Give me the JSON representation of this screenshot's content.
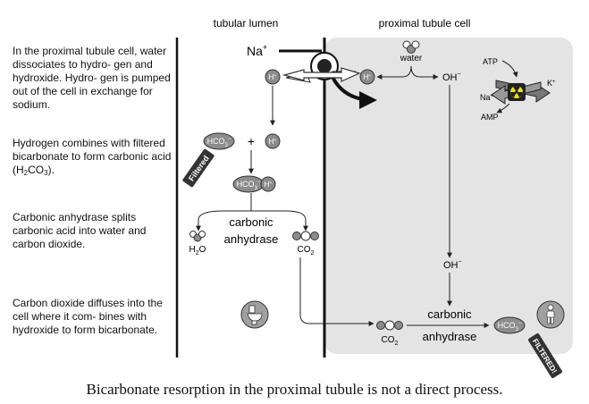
{
  "steps": [
    {
      "pre": "In the proximal tubule cell, water dissociates to hydro- gen and hydroxide. Hydro- gen is pumped out of the cell in exchange for sodium.",
      "sub": "",
      "post": "",
      "sub2": "",
      "end": ""
    },
    {
      "pre": "Hydrogen combines with filtered bicarbonate to form carbonic acid (H",
      "sub": "2",
      "post": "CO",
      "sub2": "3",
      "end": ")."
    },
    {
      "pre": "Carbonic anhydrase splits carbonic acid into water and carbon dioxide.",
      "sub": "",
      "post": "",
      "sub2": "",
      "end": ""
    },
    {
      "pre": "Carbon dioxide diffuses into the cell where it com- bines with hydroxide to form bicarbonate.",
      "sub": "",
      "post": "",
      "sub2": "",
      "end": ""
    }
  ],
  "labels": {
    "lumen": "tubular lumen",
    "cell": "proximal tubule cell",
    "na": "Na",
    "na_sup": "+",
    "water": "water",
    "oh": "OH",
    "oh_sup": "−",
    "h": "H",
    "h_sup": "+",
    "atp": "ATP",
    "k": "K",
    "k_sup": "+",
    "na_pump": "Na",
    "na_pump_sup": "+",
    "amp": "AMP",
    "hco3": "HCO",
    "hco3_sub": "3",
    "hco3_sup": "−",
    "plus": "+",
    "filtered": "Filtered",
    "carbonic": "carbonic",
    "anhydrase": "anhydrase",
    "h2o": "H",
    "h2o_sub": "2",
    "h2o_o": "O",
    "co2": "CO",
    "co2_sub": "2",
    "oh2": "OH",
    "oh2_sup": "−",
    "carbonic2": "carbonic",
    "anhydrase2": "anhydrase",
    "co2b": "CO",
    "co2b_sub": "2",
    "hco3b": "HCO",
    "hco3b_sub": "3",
    "hco3b_sup": "−",
    "filtered2": "FILTERED!"
  },
  "icons": {
    "toilet": "toilet-icon",
    "person": "person-icon",
    "hazard": "radiation-icon"
  },
  "colors": {
    "cell_fill": "#e4e4e4",
    "molecule": "#8c8c8c",
    "dark": "#222222"
  },
  "caption": "Bicarbonate resorption in the proximal tubule is not a direct process."
}
